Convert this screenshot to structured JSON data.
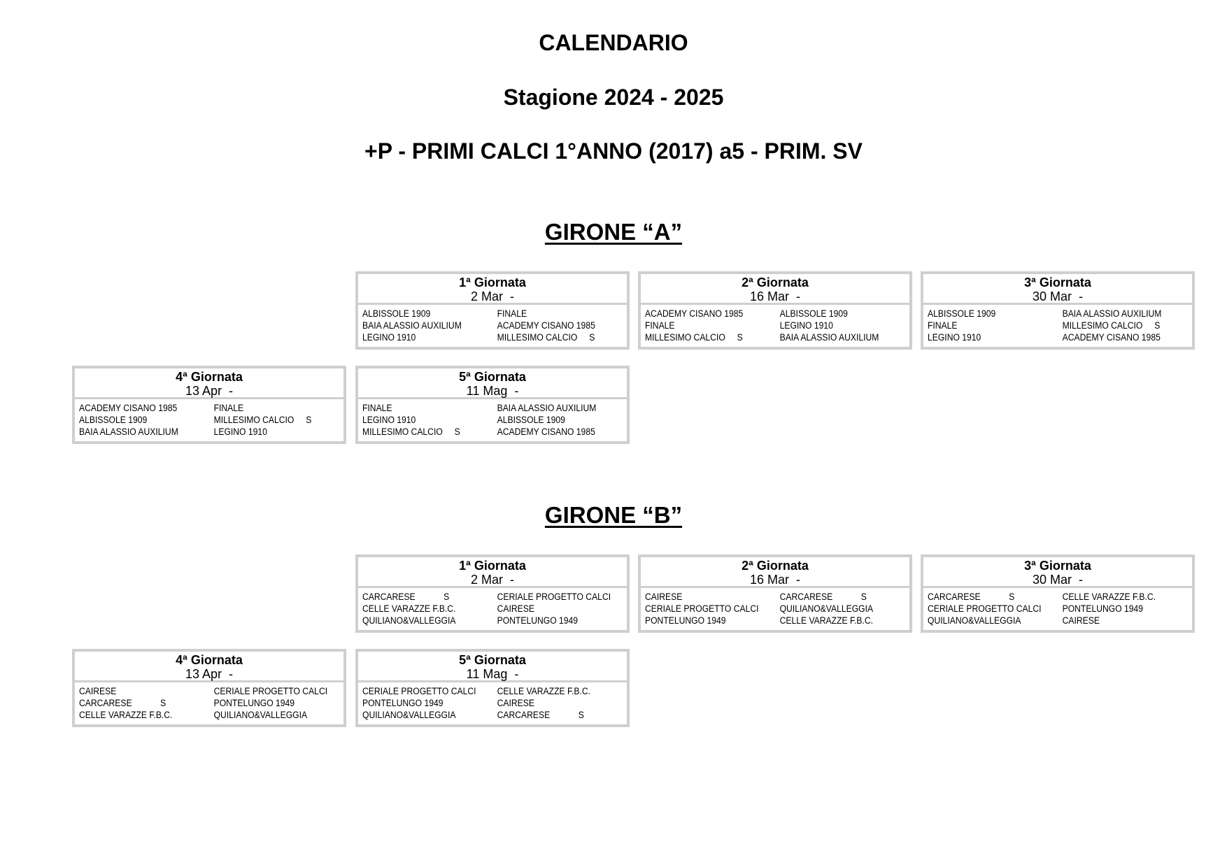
{
  "header": {
    "title": "CALENDARIO",
    "season": "Stagione 2024 - 2025",
    "category": "+P - PRIMI CALCI 1°ANNO (2017) a5 - PRIM. SV"
  },
  "gironi": [
    {
      "title": "GIRONE “A”",
      "giornate": [
        {
          "title": "1ª Giornata",
          "date": "2 Mar  -",
          "matches": [
            {
              "home": "ALBISSOLE 1909",
              "away": "FINALE"
            },
            {
              "home": "BAIA ALASSIO AUXILIUM",
              "away": "ACADEMY CISANO 1985"
            },
            {
              "home": "LEGINO 1910",
              "away": "MILLESIMO CALCIO     S"
            }
          ]
        },
        {
          "title": "2ª Giornata",
          "date": "16 Mar  -",
          "matches": [
            {
              "home": "ACADEMY CISANO 1985",
              "away": "ALBISSOLE 1909"
            },
            {
              "home": "FINALE",
              "away": "LEGINO 1910"
            },
            {
              "home": "MILLESIMO CALCIO     S",
              "away": "BAIA ALASSIO AUXILIUM"
            }
          ]
        },
        {
          "title": "3ª Giornata",
          "date": "30 Mar  -",
          "matches": [
            {
              "home": "ALBISSOLE 1909",
              "away": "BAIA ALASSIO AUXILIUM"
            },
            {
              "home": "FINALE",
              "away": "MILLESIMO CALCIO     S"
            },
            {
              "home": "LEGINO 1910",
              "away": "ACADEMY CISANO 1985"
            }
          ]
        },
        {
          "title": "4ª Giornata",
          "date": "13 Apr  -",
          "matches": [
            {
              "home": "ACADEMY CISANO 1985",
              "away": "FINALE"
            },
            {
              "home": "ALBISSOLE 1909",
              "away": "MILLESIMO CALCIO     S"
            },
            {
              "home": "BAIA ALASSIO AUXILIUM",
              "away": "LEGINO 1910"
            }
          ]
        },
        {
          "title": "5ª Giornata",
          "date": "11 Mag  -",
          "matches": [
            {
              "home": "FINALE",
              "away": "BAIA ALASSIO AUXILIUM"
            },
            {
              "home": "LEGINO 1910",
              "away": "ALBISSOLE 1909"
            },
            {
              "home": "MILLESIMO CALCIO     S",
              "away": "ACADEMY CISANO 1985"
            }
          ]
        }
      ]
    },
    {
      "title": "GIRONE “B”",
      "giornate": [
        {
          "title": "1ª Giornata",
          "date": "2 Mar  -",
          "matches": [
            {
              "home": "CARCARESE            S",
              "away": "CERIALE PROGETTO CALCI"
            },
            {
              "home": "CELLE VARAZZE F.B.C.",
              "away": "CAIRESE"
            },
            {
              "home": "QUILIANO&VALLEGGIA",
              "away": "PONTELUNGO 1949"
            }
          ]
        },
        {
          "title": "2ª Giornata",
          "date": "16 Mar  -",
          "matches": [
            {
              "home": "CAIRESE",
              "away": "CARCARESE            S"
            },
            {
              "home": "CERIALE PROGETTO CALCI",
              "away": "QUILIANO&VALLEGGIA"
            },
            {
              "home": "PONTELUNGO 1949",
              "away": "CELLE VARAZZE F.B.C."
            }
          ]
        },
        {
          "title": "3ª Giornata",
          "date": "30 Mar  -",
          "matches": [
            {
              "home": "CARCARESE            S",
              "away": "CELLE VARAZZE F.B.C."
            },
            {
              "home": "CERIALE PROGETTO CALCI",
              "away": "PONTELUNGO 1949"
            },
            {
              "home": "QUILIANO&VALLEGGIA",
              "away": "CAIRESE"
            }
          ]
        },
        {
          "title": "4ª Giornata",
          "date": "13 Apr  -",
          "matches": [
            {
              "home": "CAIRESE",
              "away": "CERIALE PROGETTO CALCI"
            },
            {
              "home": "CARCARESE            S",
              "away": "PONTELUNGO 1949"
            },
            {
              "home": "CELLE VARAZZE F.B.C.",
              "away": "QUILIANO&VALLEGGIA"
            }
          ]
        },
        {
          "title": "5ª Giornata",
          "date": "11 Mag  -",
          "matches": [
            {
              "home": "CERIALE PROGETTO CALCI",
              "away": "CELLE VARAZZE F.B.C."
            },
            {
              "home": "PONTELUNGO 1949",
              "away": "CAIRESE"
            },
            {
              "home": "QUILIANO&VALLEGGIA",
              "away": "CARCARESE            S"
            }
          ]
        }
      ]
    }
  ]
}
